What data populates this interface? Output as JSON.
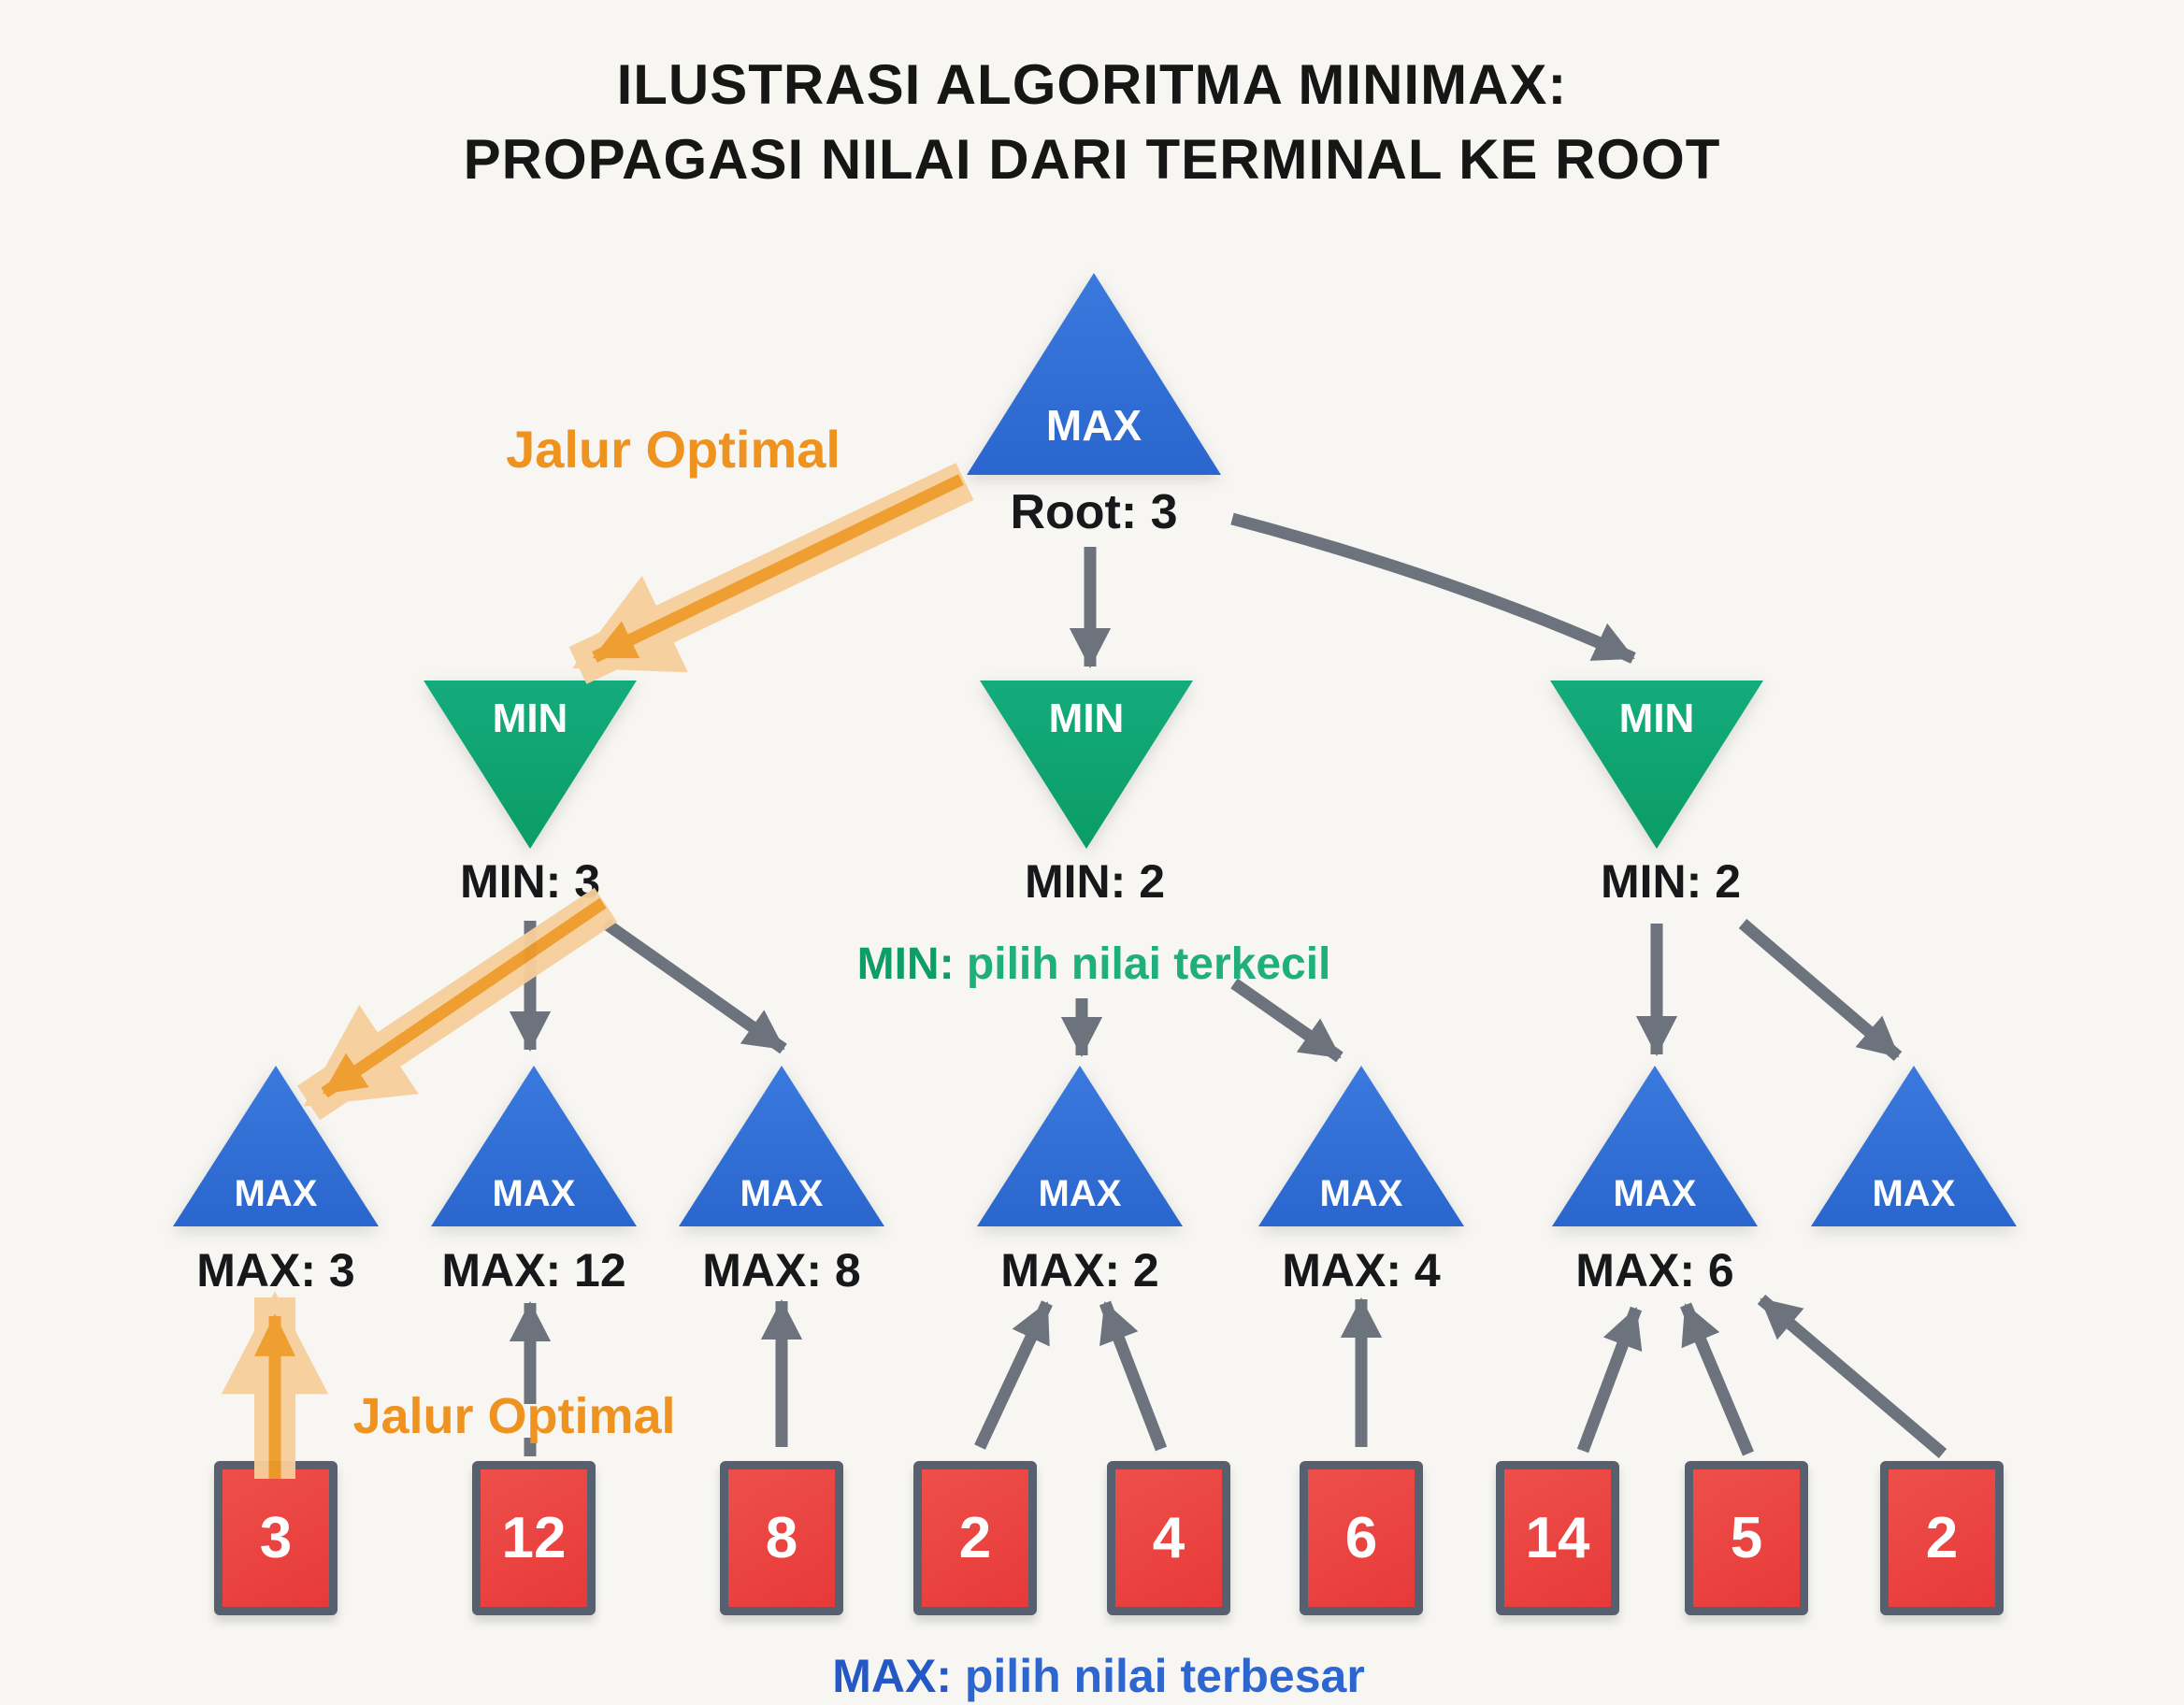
{
  "title": {
    "line1": "ILUSTRASI ALGORITMA MINIMAX:",
    "line2": "PROPAGASI NILAI DARI TERMINAL KE ROOT"
  },
  "optimal_path": {
    "top_label": "Jalur Optimal",
    "bottom_label": "Jalur Optimal"
  },
  "tree": {
    "root": {
      "label": "MAX",
      "value": "Root: 3"
    },
    "min_nodes": [
      {
        "label": "MIN",
        "value": "MIN: 3"
      },
      {
        "label": "MIN",
        "value": "MIN: 2"
      },
      {
        "label": "MIN",
        "value": "MIN: 2"
      }
    ],
    "max_nodes": [
      {
        "label": "MAX",
        "value": "MAX: 3"
      },
      {
        "label": "MAX",
        "value": "MAX: 12"
      },
      {
        "label": "MAX",
        "value": "MAX: 8"
      },
      {
        "label": "MAX",
        "value": "MAX: 2"
      },
      {
        "label": "MAX",
        "value": "MAX: 4"
      },
      {
        "label": "MAX",
        "value": "MAX: 6"
      },
      {
        "label": "MAX"
      }
    ],
    "terminal_values": [
      "3",
      "12",
      "8",
      "2",
      "4",
      "6",
      "14",
      "5",
      "2"
    ]
  },
  "notes": {
    "min_prefix": "MIN:",
    "min_text": " pilih nilai terkecil",
    "max_prefix": "MAX:",
    "max_text": " pilih nilai terbesar"
  },
  "colors": {
    "max_node_blue": "#2d6fd6",
    "min_node_green": "#0fa572",
    "terminal_red": "#e8413e",
    "terminal_border_gray": "#57606e",
    "arrow_gray": "#6d737d",
    "optimal_orange": "#ee9220",
    "optimal_band_light": "#f8cf9b",
    "min_note_green": "#15a678",
    "max_note_blue": "#2b60cc",
    "background": "#f7f6f2",
    "title_text": "#161616"
  }
}
